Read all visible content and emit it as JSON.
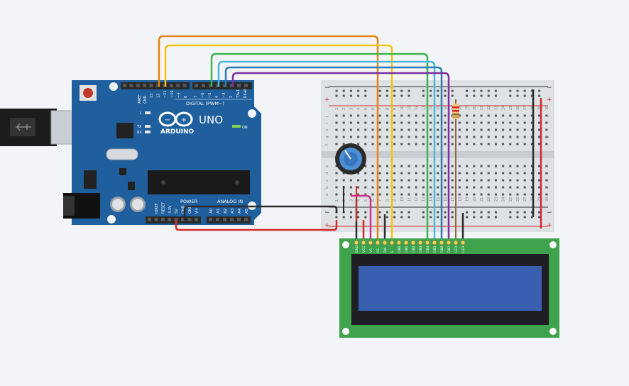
{
  "arduino": {
    "logo": "ARDUINO",
    "model": "UNO",
    "digital_label": "DIGITAL (PWM~)",
    "power_label": "POWER",
    "analog_label": "ANALOG IN",
    "on_label": "ON",
    "led_l": "L",
    "led_tx": "TX",
    "led_rx": "RX",
    "aref": "AREF",
    "gnd": "GND",
    "digital_pins": [
      "13",
      "12",
      "~11",
      "~10",
      "~9",
      "8",
      "7",
      "~6",
      "~5",
      "4",
      "~3",
      "2",
      "TX▸1",
      "RX◂0"
    ],
    "power_pins": [
      "IOREF",
      "RESET",
      "3.3V",
      "5V",
      "GND",
      "GND",
      "Vin"
    ],
    "analog_pins": [
      "A0",
      "A1",
      "A2",
      "A3",
      "A4",
      "A5"
    ],
    "board_color": "#1f5f9e"
  },
  "breadboard": {
    "column_numbers": [
      "1",
      "2",
      "3",
      "4",
      "5",
      "6",
      "7",
      "8",
      "9",
      "10",
      "11",
      "12",
      "13",
      "14",
      "15",
      "16",
      "17",
      "18",
      "19",
      "20",
      "21",
      "22",
      "23",
      "24",
      "25",
      "26",
      "27",
      "28",
      "29",
      "30"
    ],
    "row_letters_top": [
      "j",
      "i",
      "h",
      "g",
      "f"
    ],
    "row_letters_bottom": [
      "e",
      "d",
      "c",
      "b",
      "a"
    ],
    "rail_plus": "+",
    "rail_minus": "−"
  },
  "lcd": {
    "pins": [
      "GND",
      "VCC",
      "V0",
      "RS",
      "RW",
      "E",
      "DB0",
      "DB1",
      "DB2",
      "DB3",
      "DB4",
      "DB5",
      "DB6",
      "DB7",
      "LED",
      "LED"
    ],
    "screen_color": "#3a5fb0",
    "pcb_color": "#3fa34d"
  },
  "wire_colors": {
    "orange": "#e8820c",
    "yellow": "#f2c511",
    "green": "#3db44a",
    "cyan": "#4ab8d8",
    "blue": "#2a7ab8",
    "purple": "#7b2fa0",
    "red": "#d42a2a",
    "black": "#2b2b2b",
    "magenta": "#d02e8e",
    "brown": "#8a6a3a"
  },
  "icons": [
    "usb-plug-icon",
    "power-jack-icon",
    "potentiometer-icon",
    "resistor-icon",
    "reset-button-icon",
    "infinity-logo-icon"
  ]
}
